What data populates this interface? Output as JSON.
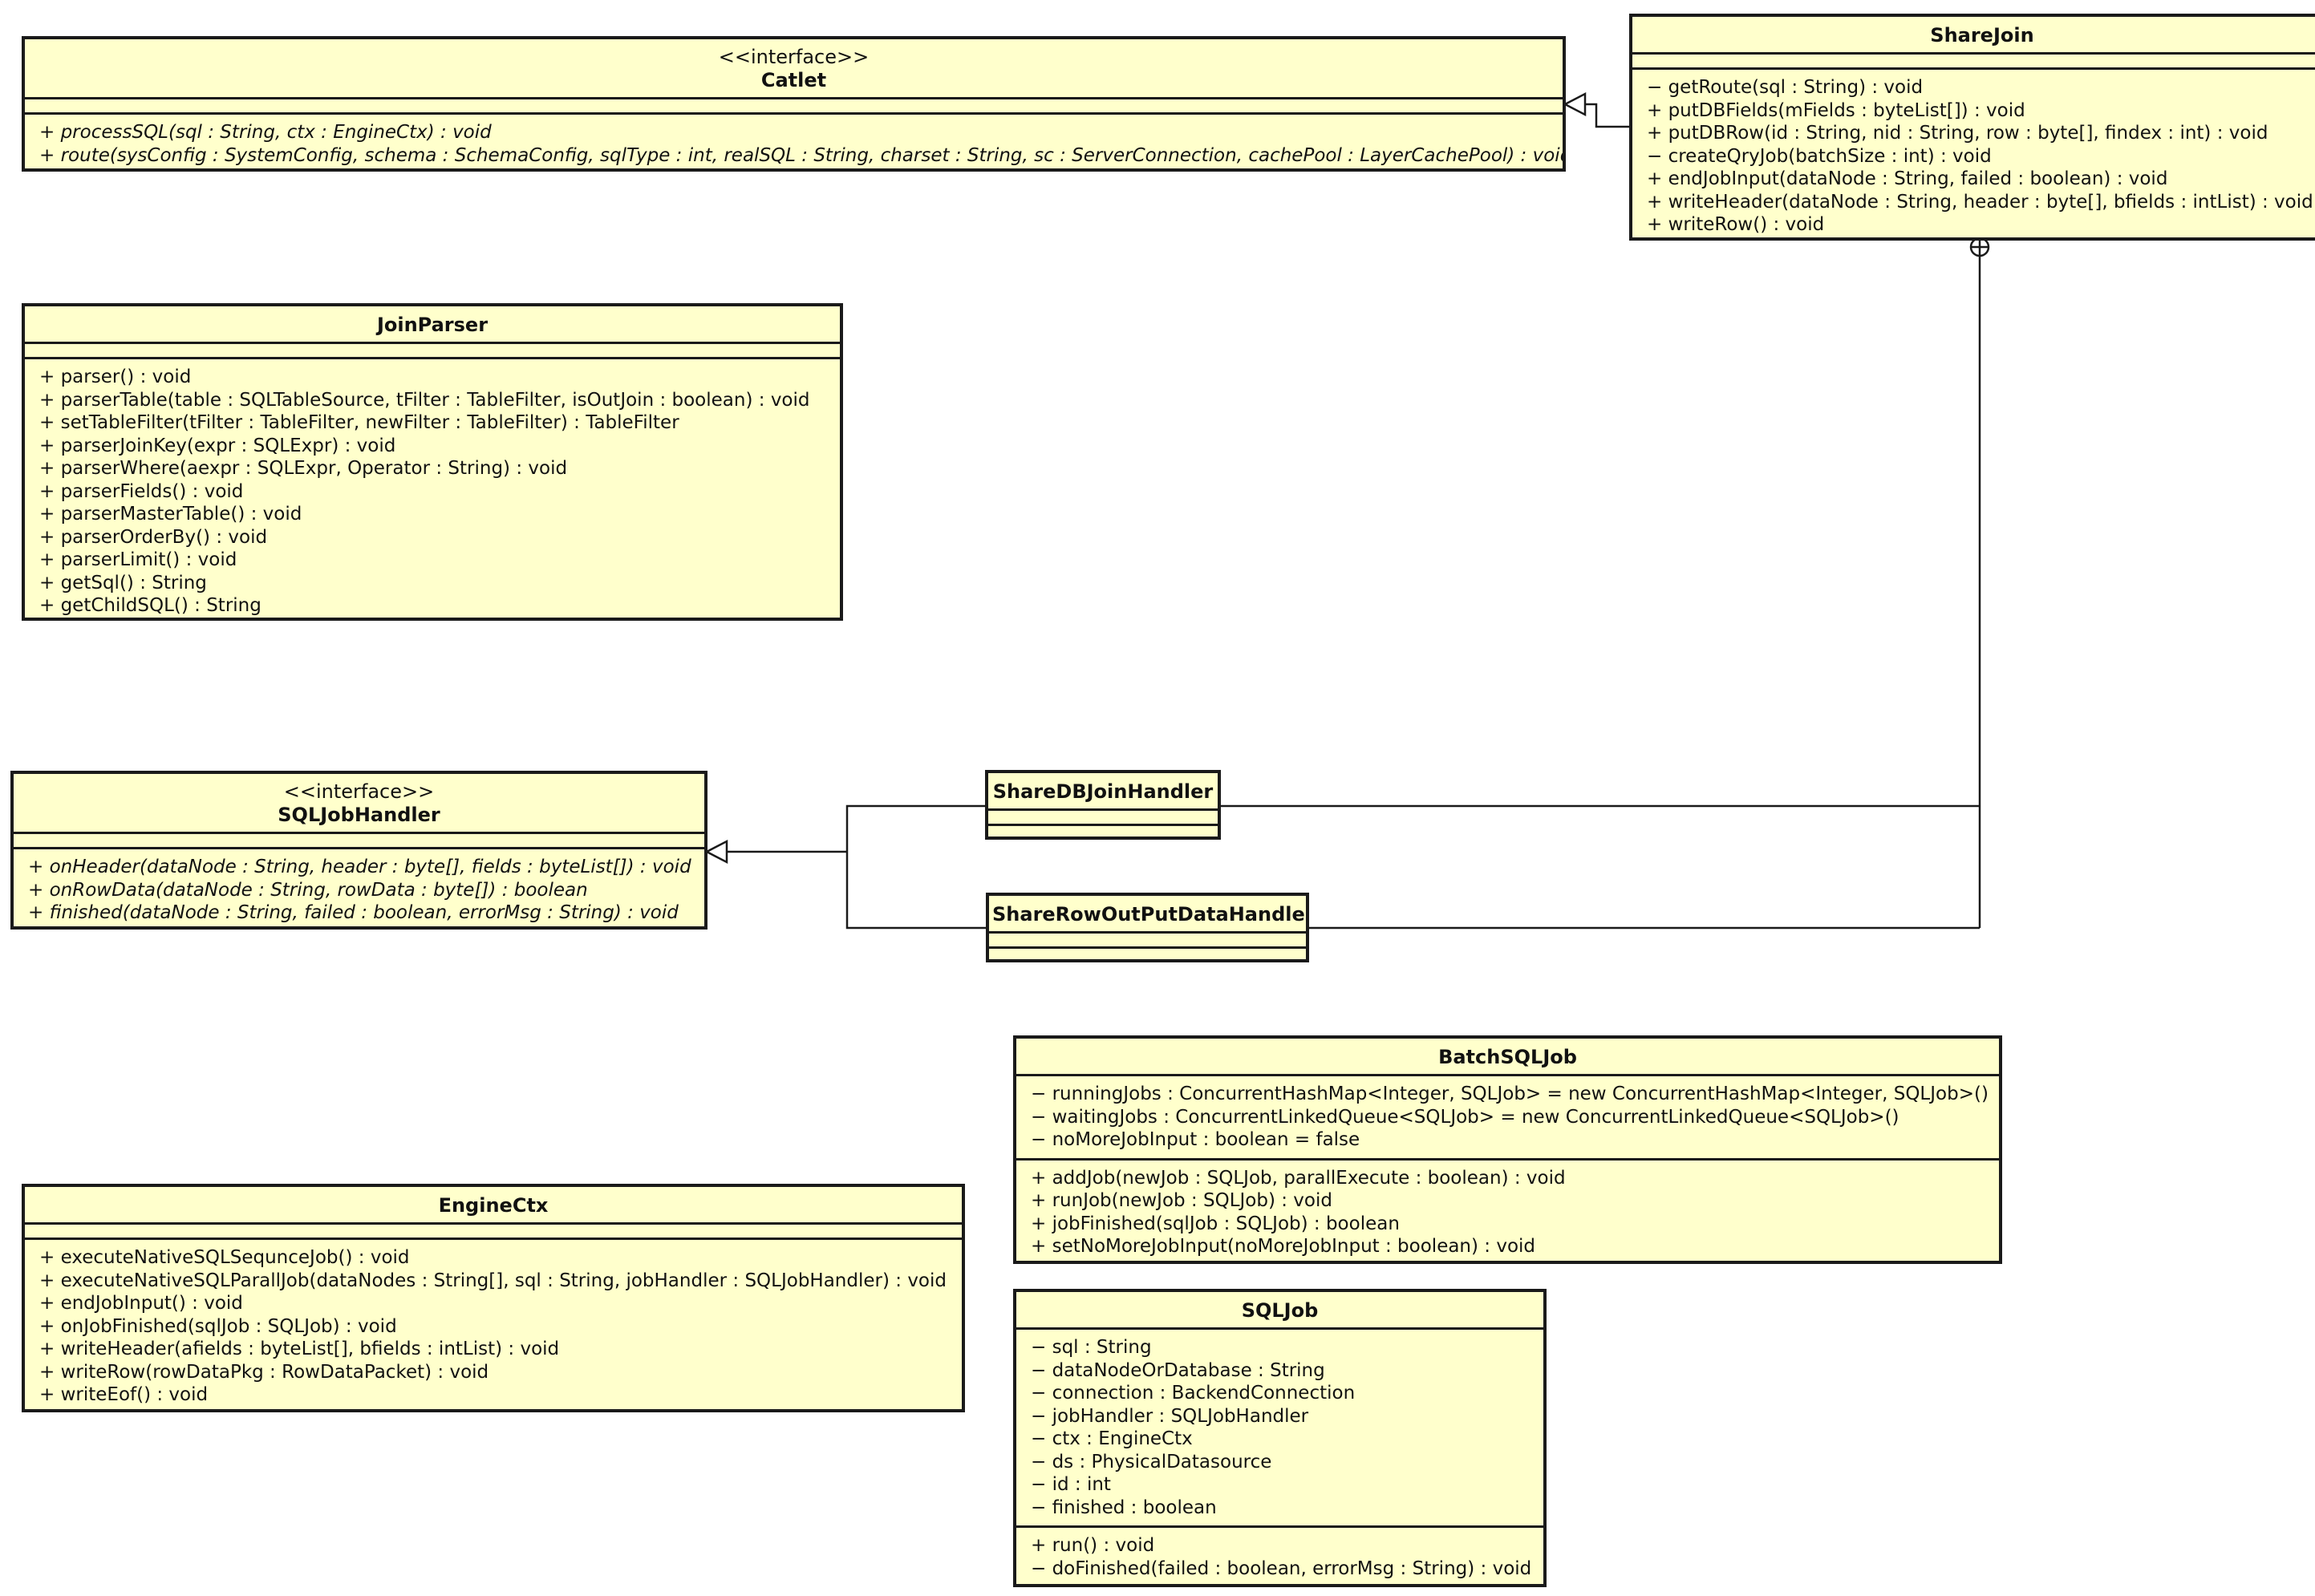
{
  "diagram": {
    "background": "#ffffff",
    "class_fill": "#ffffcc",
    "border_color": "#1a1a1a",
    "classes": {
      "catlet": {
        "stereotype": "<<interface>>",
        "name": "Catlet",
        "attributes": [],
        "operations": [
          "+ processSQL(sql : String, ctx : EngineCtx) : void",
          "+ route(sysConfig : SystemConfig, schema : SchemaConfig, sqlType : int, realSQL : String, charset : String, sc : ServerConnection, cachePool : LayerCachePool) : void"
        ]
      },
      "sharejoin": {
        "name": "ShareJoin",
        "attributes": [],
        "operations": [
          "− getRoute(sql : String) : void",
          "+ putDBFields(mFields : byteList[]) : void",
          "+ putDBRow(id : String, nid : String, row : byte[], findex : int) : void",
          "− createQryJob(batchSize : int) : void",
          "+ endJobInput(dataNode : String, failed : boolean) : void",
          "+ writeHeader(dataNode : String, header : byte[], bfields : intList) : void",
          "+ writeRow() : void"
        ]
      },
      "joinparser": {
        "name": "JoinParser",
        "attributes": [],
        "operations": [
          "+ parser() : void",
          "+ parserTable(table : SQLTableSource, tFilter : TableFilter, isOutJoin : boolean) : void",
          "+ setTableFilter(tFilter : TableFilter, newFilter : TableFilter) : TableFilter",
          "+ parserJoinKey(expr : SQLExpr) : void",
          "+ parserWhere(aexpr : SQLExpr, Operator : String) : void",
          "+ parserFields() : void",
          "+ parserMasterTable() : void",
          "+ parserOrderBy() : void",
          "+ parserLimit() : void",
          "+ getSql() : String",
          "+ getChildSQL() : String"
        ]
      },
      "sqljobhandler": {
        "stereotype": "<<interface>>",
        "name": "SQLJobHandler",
        "attributes": [],
        "operations": [
          "+ onHeader(dataNode : String, header : byte[], fields : byteList[]) : void",
          "+ onRowData(dataNode : String, rowData : byte[]) : boolean",
          "+ finished(dataNode : String, failed : boolean, errorMsg : String) : void"
        ]
      },
      "sharedbjoinhandler": {
        "name": "ShareDBJoinHandler",
        "attributes": [],
        "operations": []
      },
      "sharerowoutputdatahandler": {
        "name": "ShareRowOutPutDataHandler",
        "attributes": [],
        "operations": []
      },
      "batchsqljob": {
        "name": "BatchSQLJob",
        "attributes": [
          "− runningJobs : ConcurrentHashMap<Integer, SQLJob> = new ConcurrentHashMap<Integer, SQLJob>()",
          "− waitingJobs : ConcurrentLinkedQueue<SQLJob> = new ConcurrentLinkedQueue<SQLJob>()",
          "− noMoreJobInput : boolean = false"
        ],
        "operations": [
          "+ addJob(newJob : SQLJob, parallExecute : boolean) : void",
          "+ runJob(newJob : SQLJob) : void",
          "+ jobFinished(sqlJob : SQLJob) : boolean",
          "+ setNoMoreJobInput(noMoreJobInput : boolean) : void"
        ]
      },
      "enginectx": {
        "name": "EngineCtx",
        "attributes": [],
        "operations": [
          "+ executeNativeSQLSequnceJob() : void",
          "+ executeNativeSQLParallJob(dataNodes : String[], sql : String, jobHandler : SQLJobHandler) : void",
          "+ endJobInput() : void",
          "+ onJobFinished(sqlJob : SQLJob) : void",
          "+ writeHeader(afields : byteList[], bfields : intList) : void",
          "+ writeRow(rowDataPkg : RowDataPacket) : void",
          "+ writeEof() : void"
        ]
      },
      "sqljob": {
        "name": "SQLJob",
        "attributes": [
          "− sql : String",
          "− dataNodeOrDatabase : String",
          "− connection : BackendConnection",
          "− jobHandler : SQLJobHandler",
          "− ctx : EngineCtx",
          "− ds : PhysicalDatasource",
          "− id : int",
          "− finished : boolean"
        ],
        "operations": [
          "+ run() : void",
          "− doFinished(failed : boolean, errorMsg : String) : void"
        ]
      }
    }
  }
}
